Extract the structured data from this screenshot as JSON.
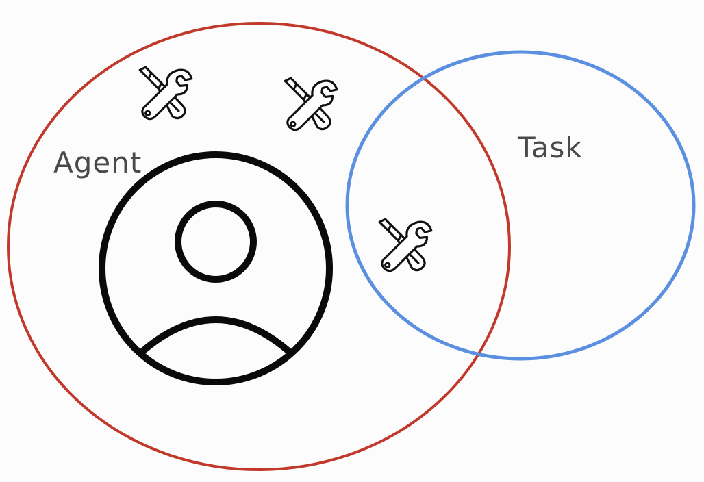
{
  "diagram": {
    "sets": [
      {
        "id": "agent",
        "label": "Agent",
        "color": "#c0392b"
      },
      {
        "id": "task",
        "label": "Task",
        "color": "#5b8fe0"
      }
    ],
    "icons": {
      "person": "person-avatar-icon",
      "tool": "screwdriver-wrench-icon"
    },
    "tools_count": {
      "agent_only": 2,
      "overlap": 1
    }
  }
}
